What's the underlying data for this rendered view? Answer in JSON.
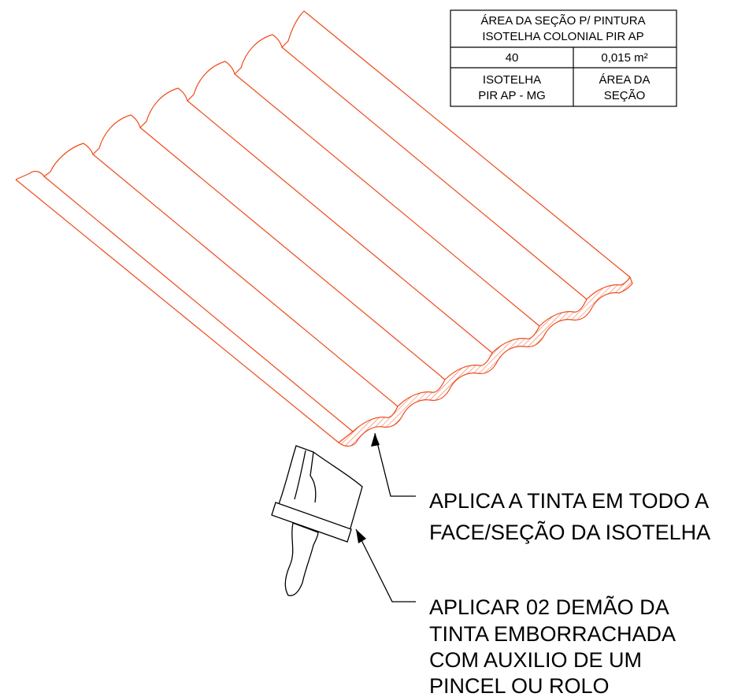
{
  "table": {
    "header_line1": "ÁREA DA SEÇÃO P/ PINTURA",
    "header_line2": "ISOTELHA COLONIAL PIR AP",
    "value_left": "40",
    "value_right": "0,015 m²",
    "label_left_line1": "ISOTELHA",
    "label_left_line2": "PIR AP - MG",
    "label_right_line1": "ÁREA DA",
    "label_right_line2": "SEÇÃO"
  },
  "callouts": {
    "paint_face": {
      "line1": "APLICA A TINTA EM TODO A",
      "line2": "FACE/SEÇÃO DA ISOTELHA"
    },
    "two_coats": {
      "line1": "APLICAR 02 DEMÃO DA",
      "line2": "TINTA EMBORRACHADA",
      "line3": "COM AUXILIO DE UM",
      "line4": "PINCEL OU ROLO"
    }
  },
  "colors": {
    "tile_outline": "#f04a1c",
    "ink": "#000000",
    "background": "#ffffff"
  }
}
